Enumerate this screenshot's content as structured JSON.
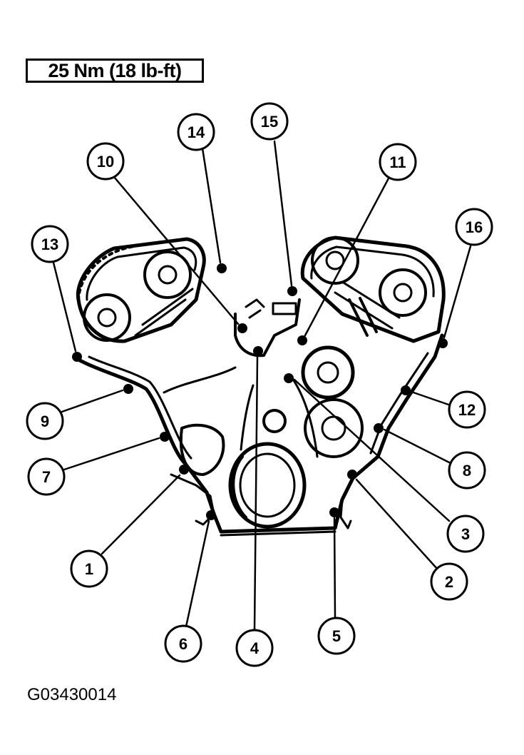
{
  "torque_spec": "25 Nm (18 lb-ft)",
  "figure_id": "G03430014",
  "callouts": [
    "1",
    "2",
    "3",
    "4",
    "5",
    "6",
    "7",
    "8",
    "9",
    "10",
    "11",
    "12",
    "13",
    "14",
    "15",
    "16"
  ]
}
